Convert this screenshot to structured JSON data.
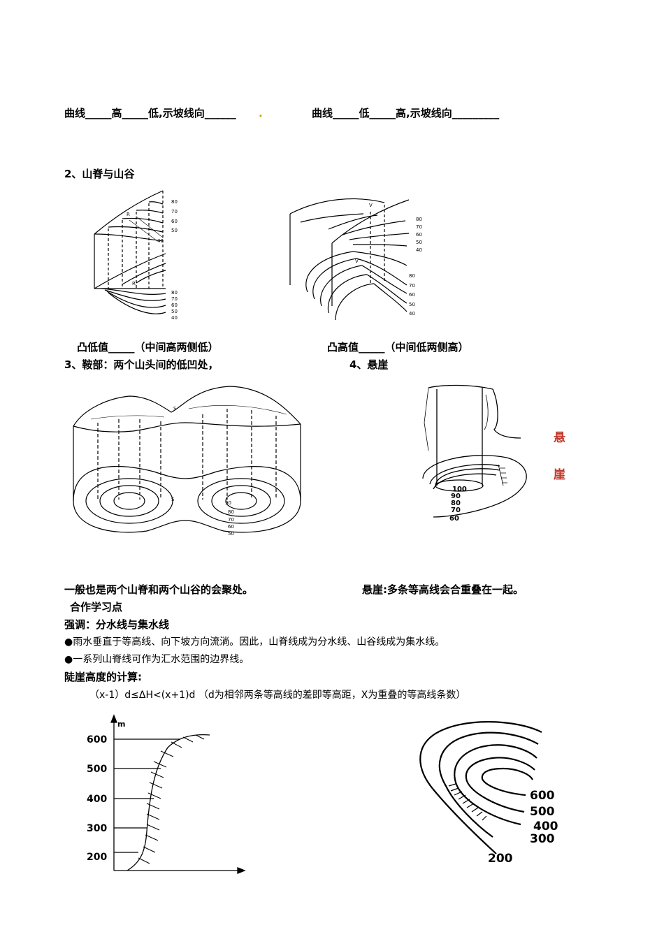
{
  "line1_left": "曲线_____高_____低,示坡线向______",
  "line1_dot": ".",
  "line1_right": "曲线_____低_____高,示坡线向_________",
  "section2": "2、山脊与山谷",
  "ridge_label": "凸低值_____（中间高两侧低）",
  "valley_label": "凸高值_____（中间低两侧高）",
  "section3": "3、鞍部：两个山头间的低凹处，",
  "section4": "4、悬崖",
  "cliff_red": [
    "悬",
    "崖"
  ],
  "saddle_note": "一般也是两个山脊和两个山谷的会聚处。",
  "cliff_note": "悬崖:多条等高线会合重叠在一起。",
  "coop_title": "合作学习点",
  "emphasis": "强调：分水线与集水线",
  "bullet1": "●雨水垂直于等高线、向下坡方向流淌。因此，山脊线成为分水线、山谷线成为集水线。",
  "bullet2": "●一系列山脊线可作为汇水范围的边界线。",
  "calc_title": "陡崖高度的计算:",
  "formula": "（x-1）d≤ΔH<(x+1)d  （d为相邻两条等高线的差即等高距，X为重叠的等高线条数）",
  "ridge_fig": {
    "upper_labels": [
      "80",
      "70",
      "60",
      "50",
      "40"
    ],
    "lower_labels": [
      "80",
      "70",
      "60",
      "50",
      "40"
    ],
    "marker": "R"
  },
  "valley_fig": {
    "upper_labels": [
      "80",
      "70",
      "60",
      "50",
      "40"
    ],
    "lower_labels": [
      "80",
      "70",
      "60",
      "50",
      "40"
    ],
    "marker": "V"
  },
  "saddle_fig": {
    "labels": [
      "90",
      "80",
      "70",
      "60",
      "50"
    ],
    "marker": "S"
  },
  "cliff_fig": {
    "labels": [
      "100",
      "90",
      "80",
      "70",
      "60"
    ]
  },
  "profile_fig": {
    "unit": "m",
    "ticks": [
      "600",
      "500",
      "400",
      "300",
      "200"
    ]
  },
  "contour_fig": {
    "labels": [
      "600",
      "500",
      "400",
      "300",
      "200"
    ]
  }
}
